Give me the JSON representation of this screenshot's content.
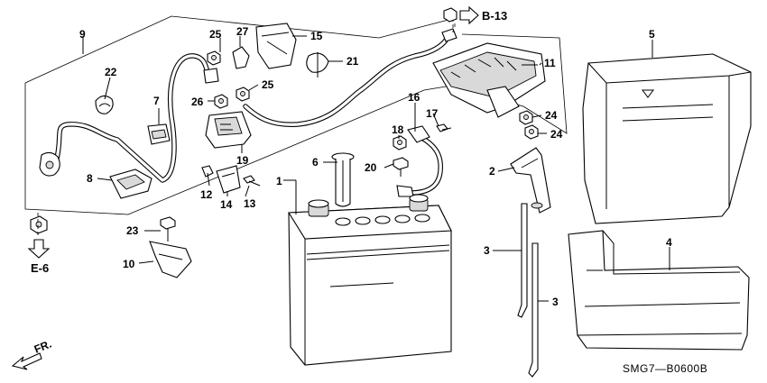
{
  "diagram": {
    "part_numbers": [
      "1",
      "2",
      "3",
      "3",
      "4",
      "5",
      "6",
      "7",
      "8",
      "9",
      "10",
      "11",
      "12",
      "13",
      "14",
      "15",
      "16",
      "17",
      "18",
      "19",
      "20",
      "21",
      "22",
      "23",
      "24",
      "24",
      "25",
      "25",
      "26",
      "27"
    ],
    "references": {
      "top": "B-13",
      "left": "E-6"
    },
    "direction_label": "FR.",
    "drawing_code": "SMG7—B0600B"
  }
}
